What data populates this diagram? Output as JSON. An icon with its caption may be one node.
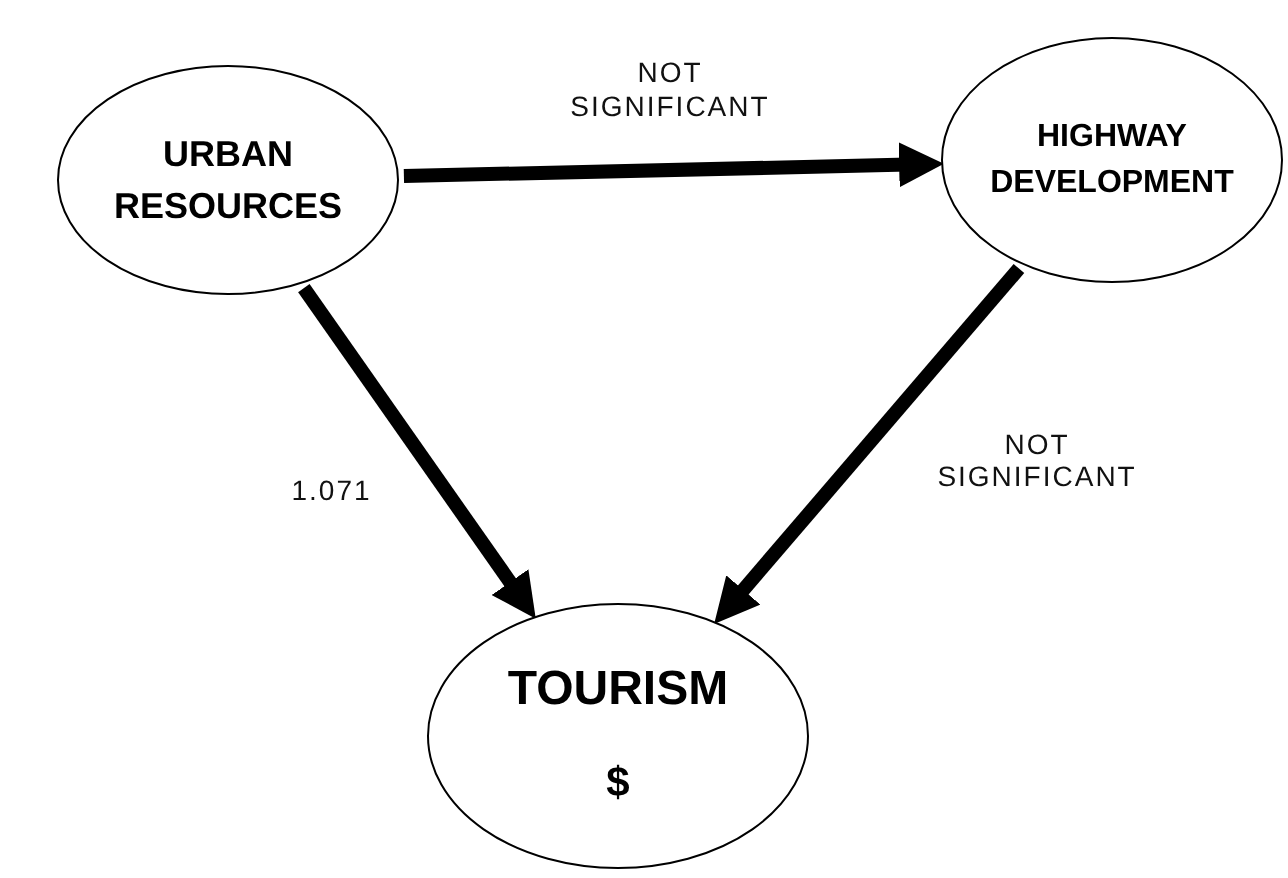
{
  "diagram": {
    "nodes": [
      {
        "text": [
          "URBAN RESOURCES"
        ]
      },
      {
        "text": [
          "HIGHWAY DEVELOPMENT"
        ]
      },
      {
        "text": [
          "TOURISM",
          "$"
        ]
      }
    ],
    "edges": [
      {
        "from": 0,
        "to": 1,
        "arrow": "to",
        "label": "NOT SIGNIFICANT"
      },
      {
        "from": 0,
        "to": 2,
        "arrow": "to",
        "label": "1.071"
      },
      {
        "from": 1,
        "to": 2,
        "arrow": "to",
        "label": "NOT SIGNIFICANT"
      }
    ]
  }
}
